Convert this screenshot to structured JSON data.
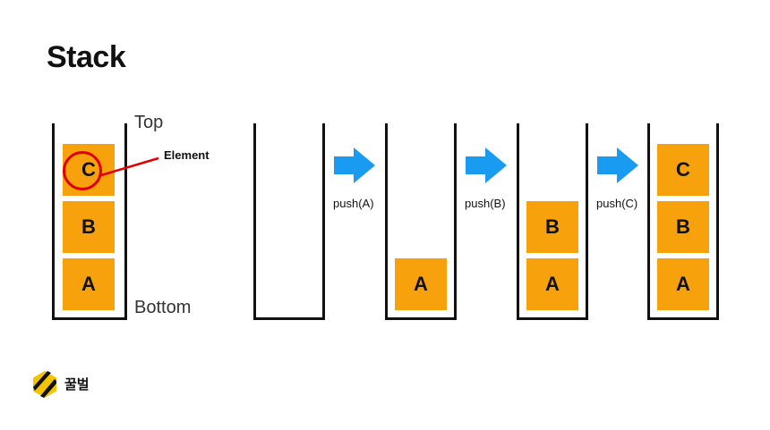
{
  "title": "Stack",
  "labels": {
    "top": "Top",
    "bottom": "Bottom",
    "element": "Element"
  },
  "anatomy_stack": [
    "A",
    "B",
    "C"
  ],
  "states": [
    {
      "items": []
    },
    {
      "items": [
        "A"
      ]
    },
    {
      "items": [
        "A",
        "B"
      ]
    },
    {
      "items": [
        "A",
        "B",
        "C"
      ]
    }
  ],
  "operations": [
    "push(A)",
    "push(B)",
    "push(C)"
  ],
  "brand": {
    "name": "꿀벌"
  },
  "colors": {
    "block": "#f7a20d",
    "arrow": "#1a9bf2",
    "highlight": "#e00000",
    "outline": "#111111"
  }
}
